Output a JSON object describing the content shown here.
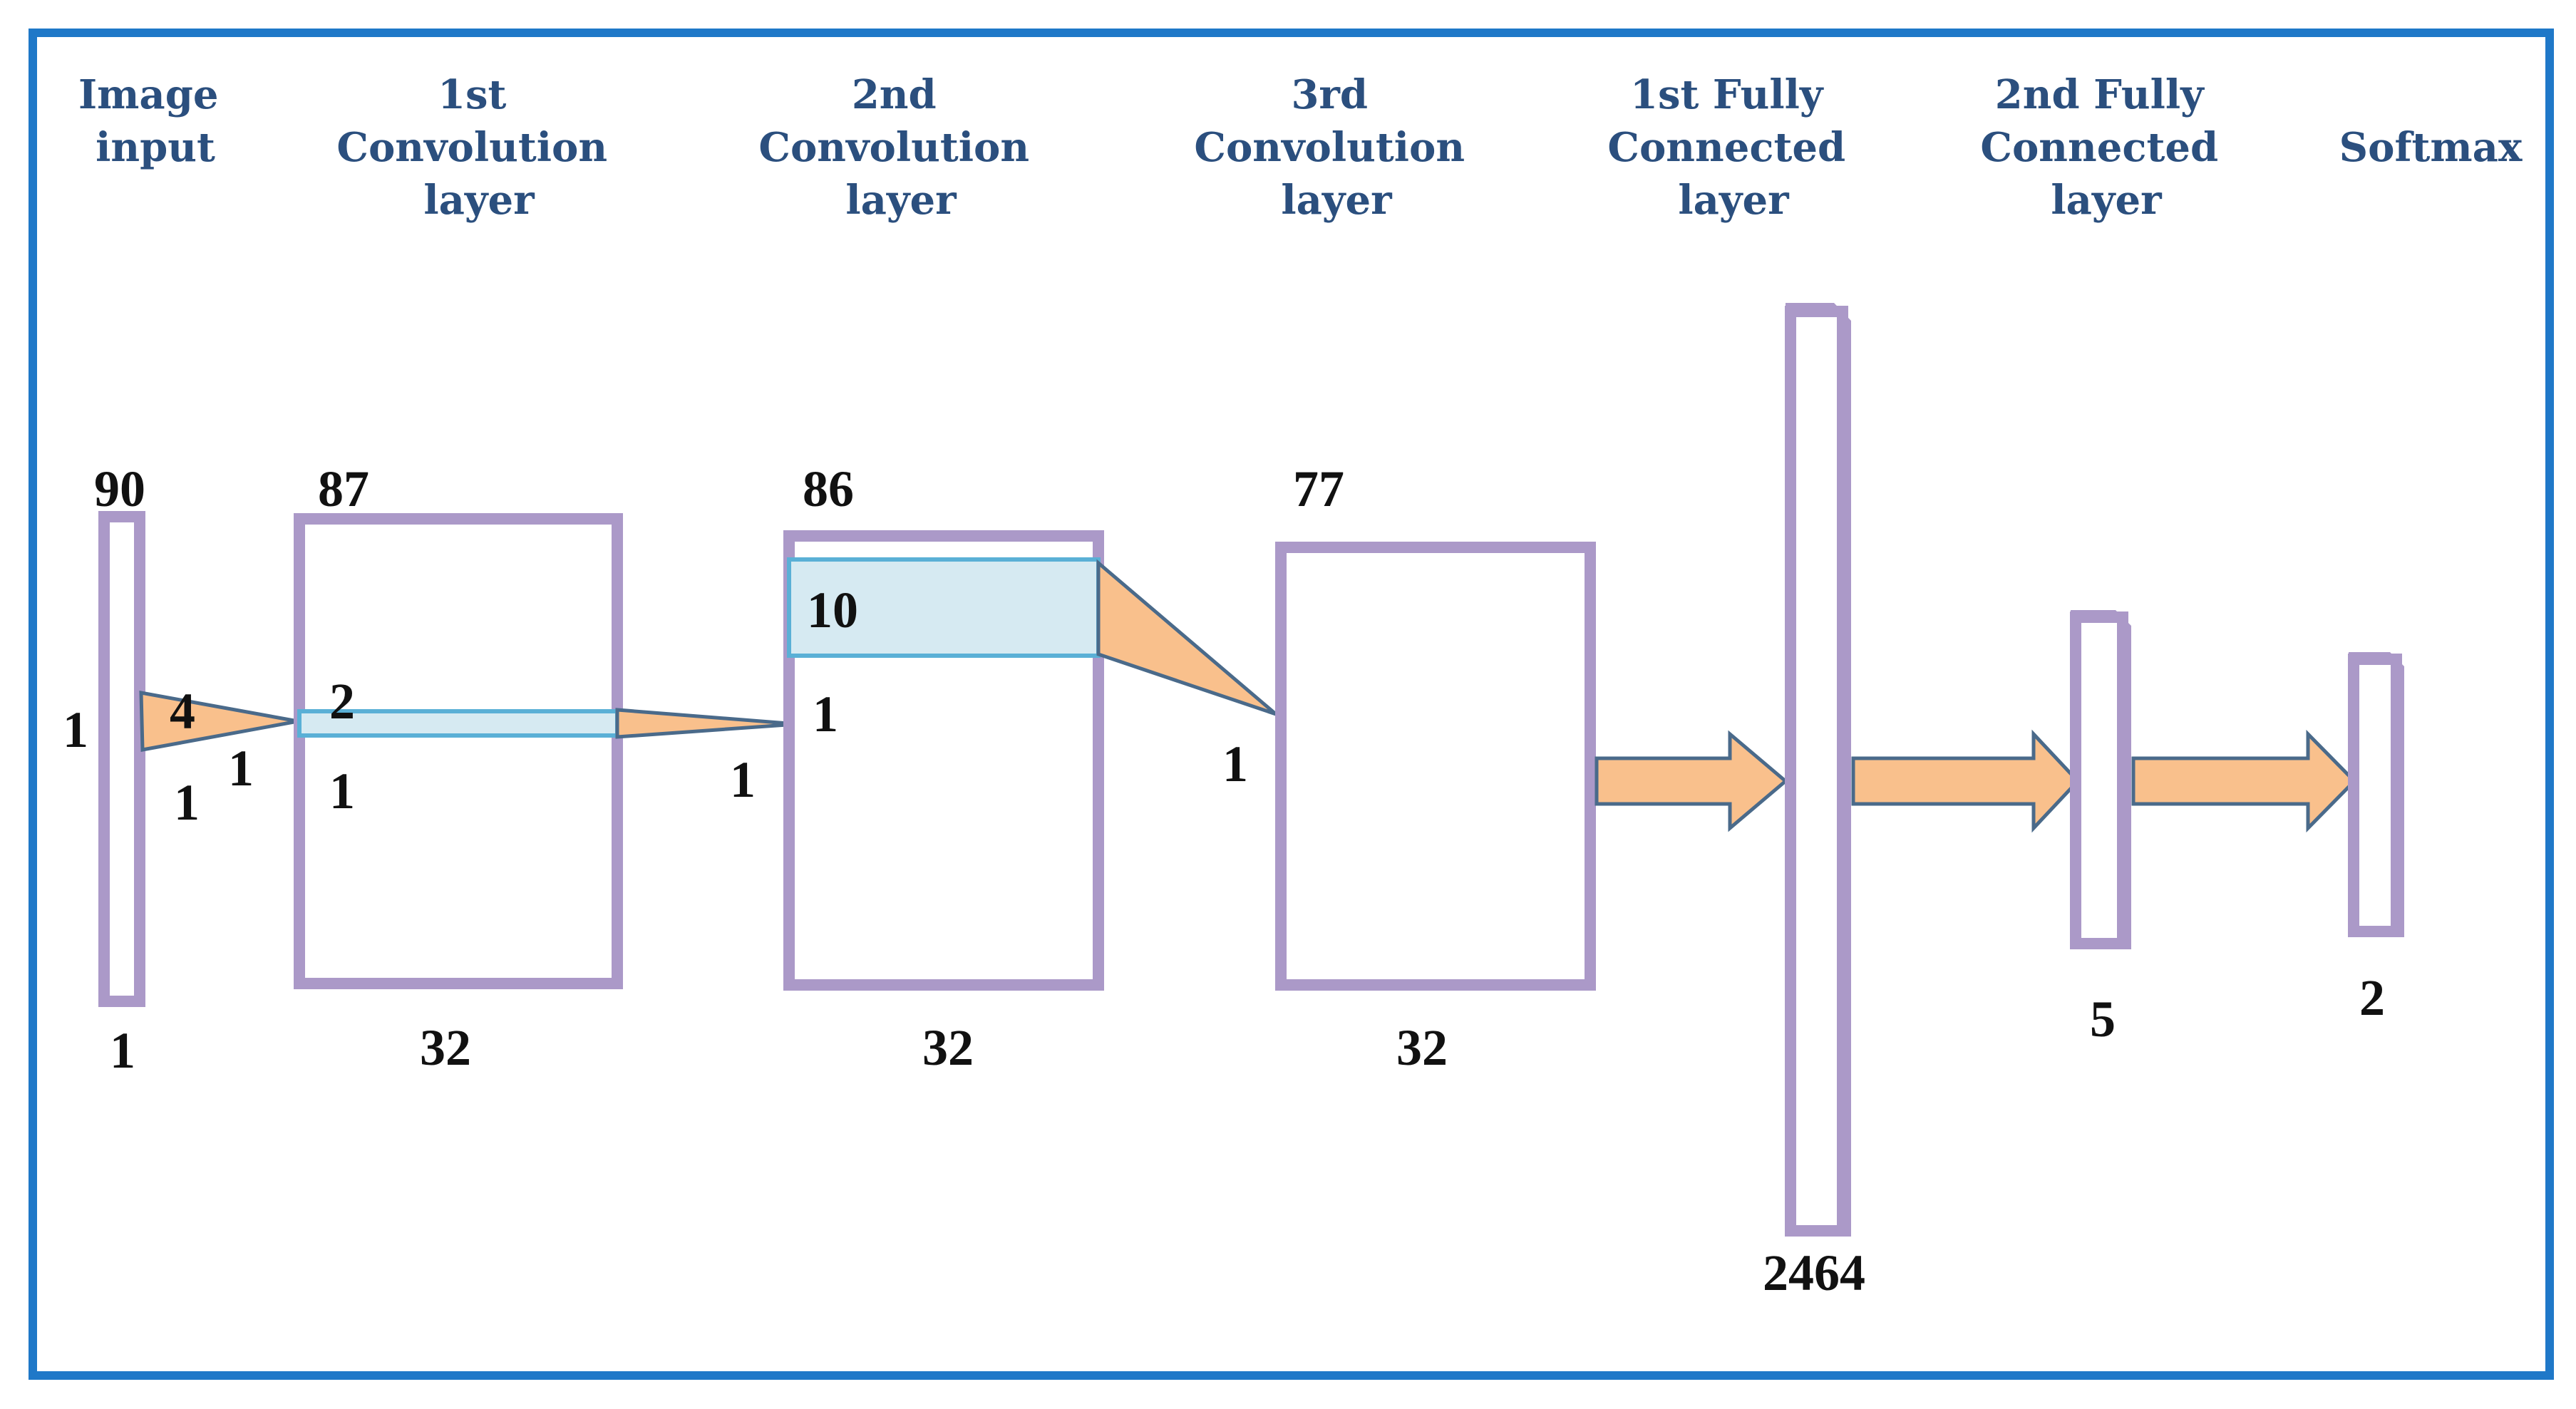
{
  "headers": {
    "image_input": [
      "Image",
      "input"
    ],
    "conv1": [
      "1st",
      "Convolution",
      "layer"
    ],
    "conv2": [
      "2nd",
      "Convolution",
      "layer"
    ],
    "conv3": [
      "3rd",
      "Convolution",
      "layer"
    ],
    "fc1": [
      "1st Fully",
      "Connected",
      "layer"
    ],
    "fc2": [
      "2nd Fully",
      "Connected",
      "layer"
    ],
    "softmax": [
      "Softmax"
    ]
  },
  "dims": {
    "input_height": "90",
    "input_left": "1",
    "input_bottom": "1",
    "kernel1_height": "4",
    "kernel1_width_a": "1",
    "kernel1_width_b": "1",
    "conv1_height": "87",
    "conv1_kernel_height": "2",
    "conv1_kernel_width": "1",
    "conv1_depth": "32",
    "kernel2_width": "1",
    "conv2_height": "86",
    "conv2_kernel_height": "10",
    "conv2_kernel_width": "1",
    "conv2_depth": "32",
    "kernel3_width": "1",
    "conv3_height": "77",
    "conv3_depth": "32",
    "fc1_size": "2464",
    "fc2_size": "5",
    "softmax_size": "2"
  },
  "colors": {
    "frame": "#1f78c8",
    "layer_outline": "#ab99c8",
    "kernel_fill": "#f9c08c",
    "highlight_fill": "#d6eaf2",
    "highlight_stroke": "#5ab0d6",
    "header_text": "#2b4f7e",
    "number_text": "#111111"
  }
}
